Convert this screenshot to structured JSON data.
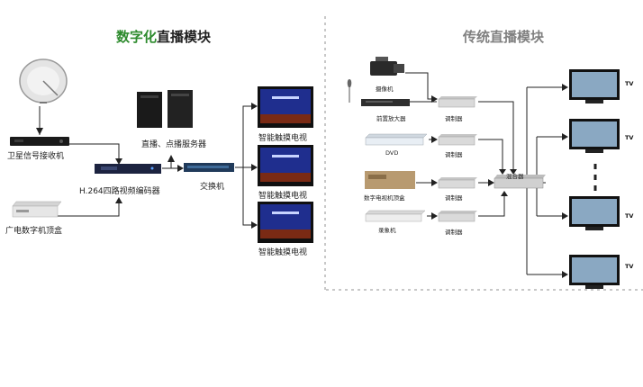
{
  "titles": {
    "digital_prefix": "数字化",
    "digital_suffix": "直播模块",
    "traditional": "传统直播模块"
  },
  "colors": {
    "digital_accent": "#2e8b2e",
    "traditional_title": "#808080",
    "wire": "#222222",
    "divider": "#c8c8c8"
  },
  "digital": {
    "satellite_receiver": "卫星信号接收机",
    "encoder": "H.264四路视频编码器",
    "stb": "广电数字机顶盒",
    "servers": "直播、点播服务器",
    "switch": "交换机",
    "smart_tvs": [
      "智能触摸电视",
      "智能触摸电视",
      "智能触摸电视"
    ]
  },
  "traditional": {
    "camera": "摄像机",
    "preamp": "前置放大器",
    "dvd": "DVD",
    "tv_stb": "数字电视机顶盒",
    "recorder": "录象机",
    "modulators": [
      "调制器",
      "调制器",
      "调制器",
      "调制器"
    ],
    "mixer": "混合器",
    "tv_label": "TV"
  }
}
